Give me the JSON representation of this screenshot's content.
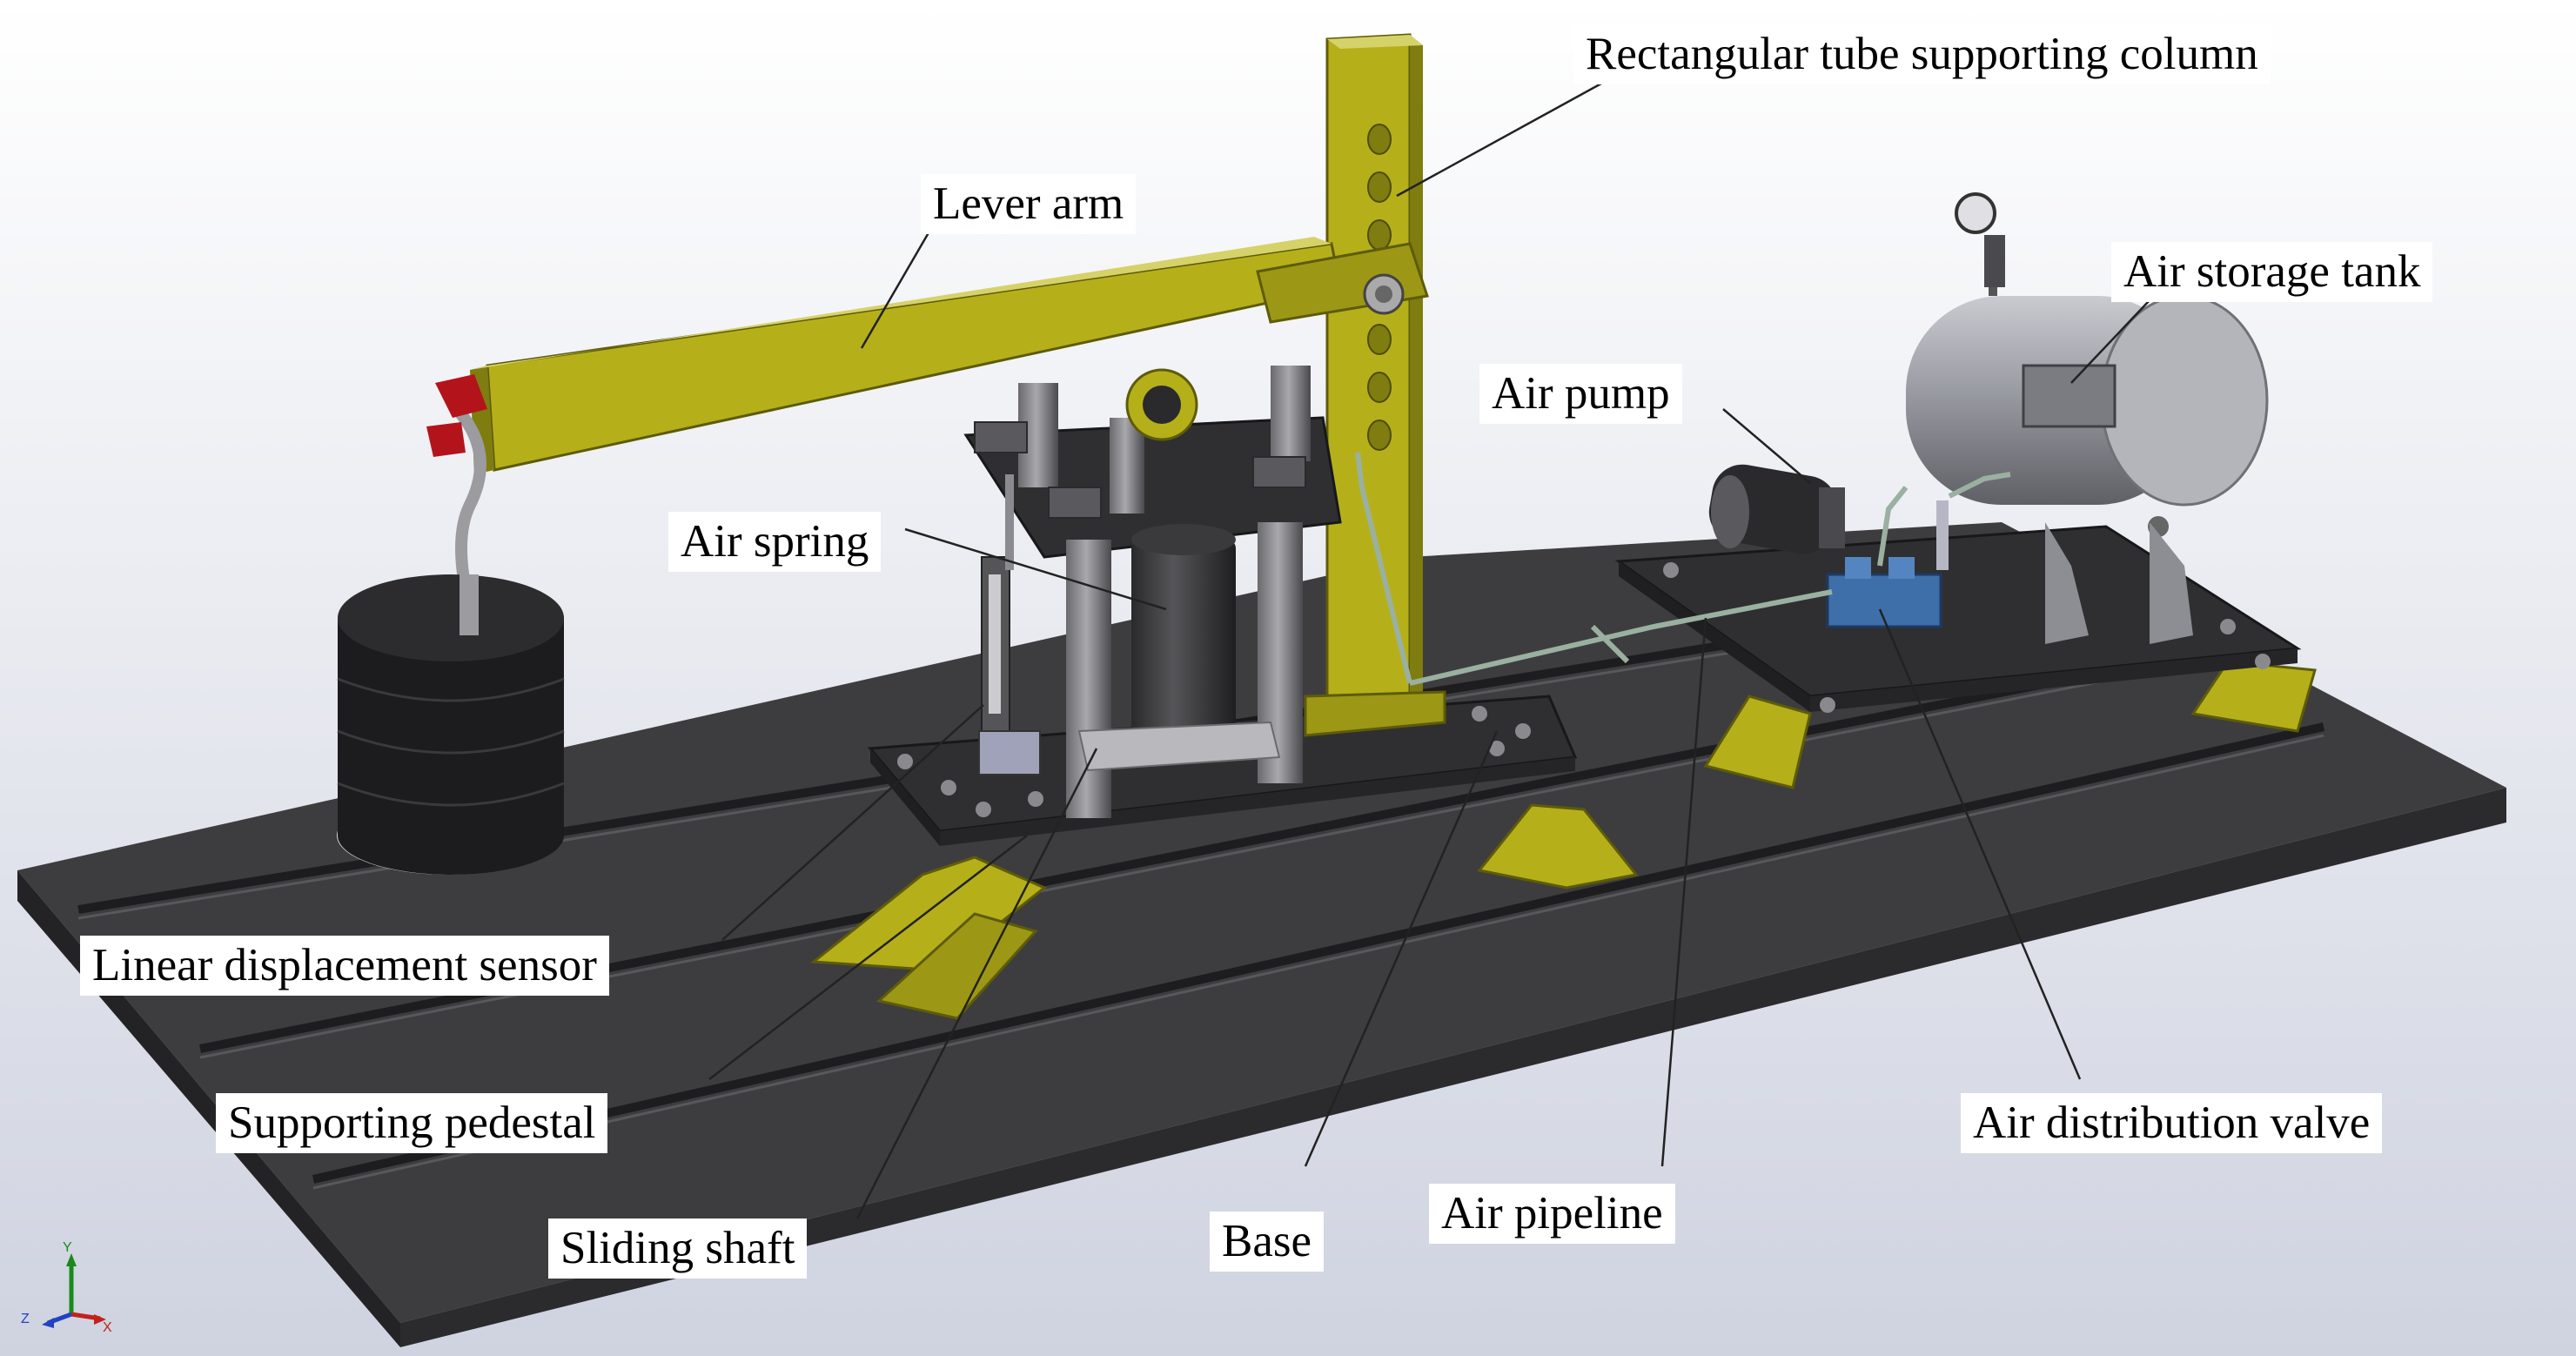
{
  "colors": {
    "table_top": "#3d3d3f",
    "table_front": "#2b2b2d",
    "table_side": "#232325",
    "yellow_frame": "#b5b01a",
    "yellow_dark": "#7f7c10",
    "steel": "#5a5a5e",
    "weight": "#1c1c1e",
    "hook_red": "#b3141c",
    "valve_blue": "#3e6fa8",
    "tank": "#9a9ca3",
    "background_top": "#ffffff",
    "background_bottom": "#cfd3e0"
  },
  "labels": {
    "rect_column": "Rectangular tube supporting column",
    "lever_arm": "Lever arm",
    "air_storage_tank": "Air storage tank",
    "air_pump": "Air pump",
    "air_spring": "Air spring",
    "linear_sensor": "Linear displacement sensor",
    "supporting_pedestal": "Supporting pedestal",
    "air_distribution_valve": "Air distribution valve",
    "air_pipeline": "Air pipeline",
    "base": "Base",
    "sliding_shaft": "Sliding shaft"
  },
  "triad": {
    "y": "Y",
    "z": "Z",
    "x": "X"
  }
}
